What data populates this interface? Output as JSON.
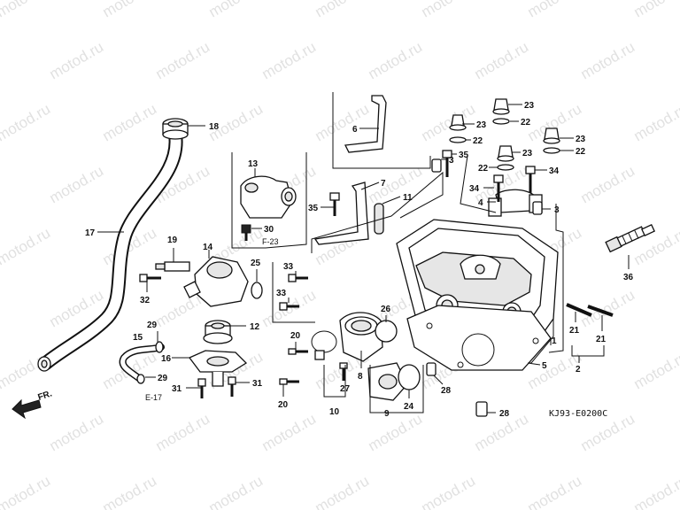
{
  "watermark": "motod.ru",
  "diagram_code": "KJ93-E0200C",
  "direction_label": "FR.",
  "ref_f23": "F-23",
  "ref_e17": "E-17",
  "callouts": [
    "1",
    "2",
    "3",
    "3",
    "4",
    "5",
    "6",
    "7",
    "8",
    "9",
    "10",
    "11",
    "12",
    "13",
    "14",
    "15",
    "16",
    "17",
    "18",
    "19",
    "20",
    "20",
    "21",
    "21",
    "22",
    "22",
    "22",
    "22",
    "23",
    "23",
    "23",
    "23",
    "24",
    "25",
    "26",
    "27",
    "28",
    "28",
    "29",
    "29",
    "30",
    "31",
    "31",
    "32",
    "33",
    "33",
    "34",
    "34",
    "35",
    "35",
    "36"
  ]
}
